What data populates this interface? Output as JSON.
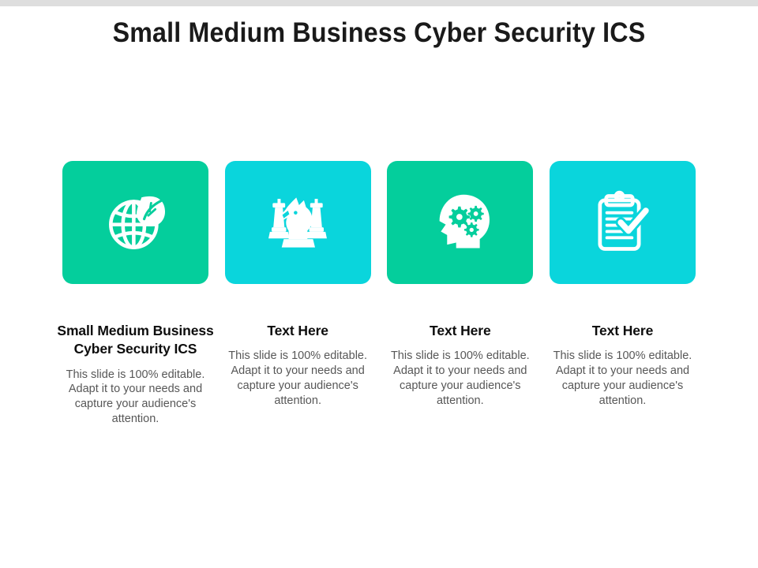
{
  "slide": {
    "title": "Small Medium Business Cyber Security ICS",
    "background_color": "#ffffff",
    "top_band_color": "#dedede"
  },
  "colors": {
    "green": "#04ce9c",
    "cyan": "#0ad5dc",
    "icon": "#ffffff",
    "heading_text": "#0d0d0d",
    "body_text": "#575757",
    "title_text": "#1a1a1a"
  },
  "columns": [
    {
      "icon": "globe-leaf-icon",
      "tile_color": "#04ce9c",
      "heading": "Small Medium Business Cyber Security ICS",
      "body": "This slide is 100% editable. Adapt it to your needs and capture your audience's attention."
    },
    {
      "icon": "chess-pieces-icon",
      "tile_color": "#0ad5dc",
      "heading": "Text Here",
      "body": "This slide is 100% editable. Adapt it to your needs and capture your audience's attention."
    },
    {
      "icon": "head-gears-icon",
      "tile_color": "#04ce9c",
      "heading": "Text Here",
      "body": "This slide is 100% editable. Adapt it to your needs and capture your audience's attention."
    },
    {
      "icon": "clipboard-check-icon",
      "tile_color": "#0ad5dc",
      "heading": "Text Here",
      "body": "This slide is 100% editable. Adapt it to your needs and capture your audience's attention."
    }
  ]
}
